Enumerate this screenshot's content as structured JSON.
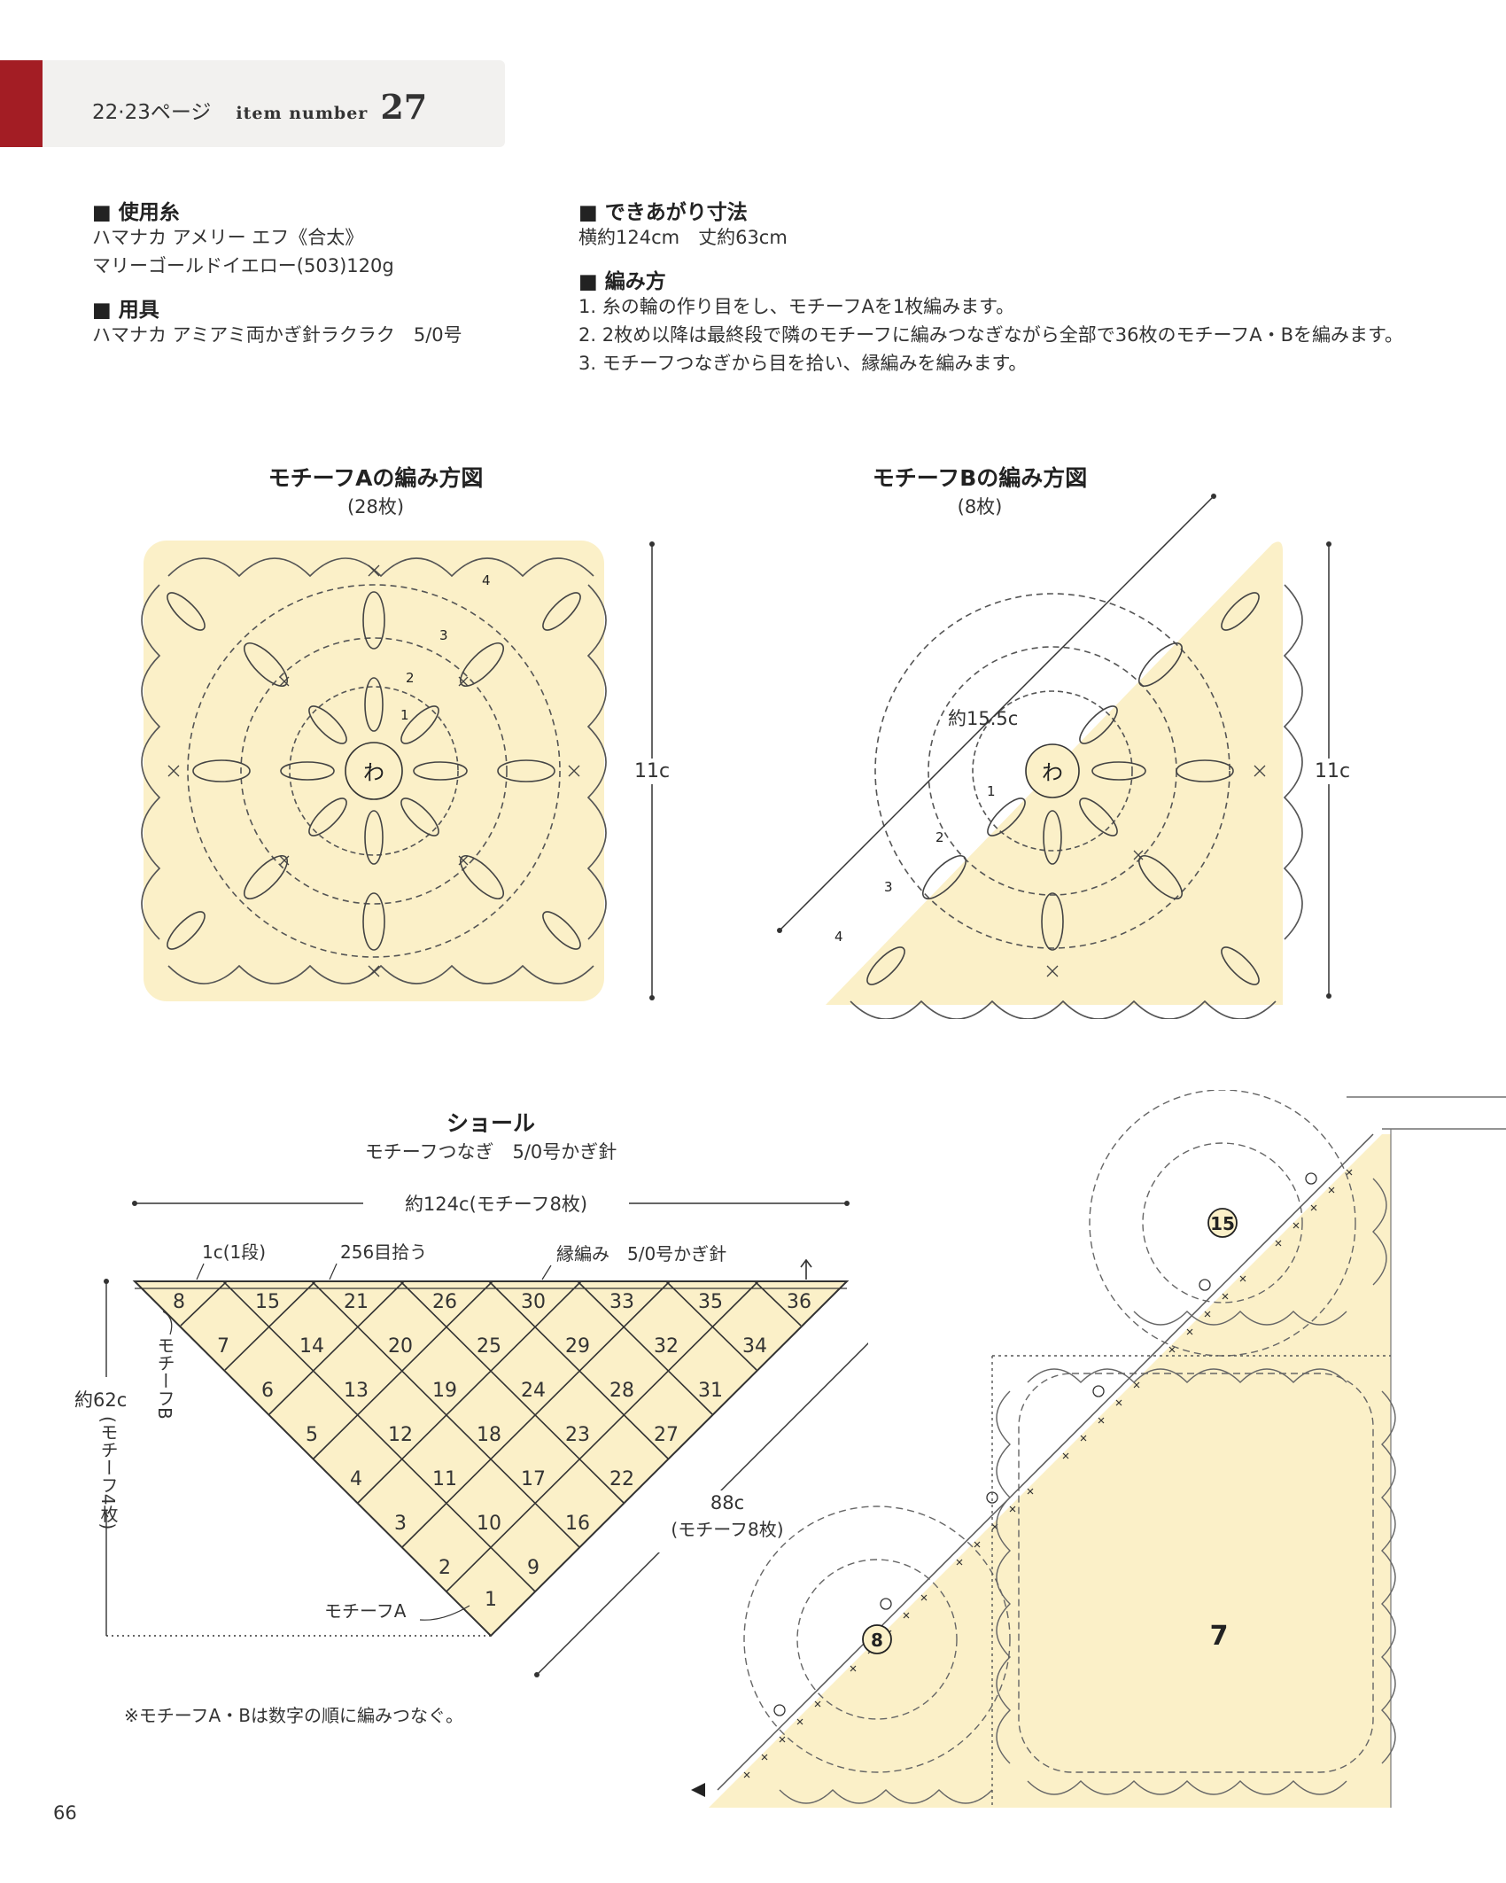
{
  "header": {
    "pages": "22·23ページ",
    "item_label": "item number",
    "item_number": "27"
  },
  "materials": {
    "yarn_title": "■ 使用糸",
    "yarn_line1": "ハマナカ アメリー エフ《合太》",
    "yarn_line2": "マリーゴールドイエロー(503)120g",
    "tool_title": "■ 用具",
    "tool_line1": "ハマナカ アミアミ両かぎ針ラクラク　5/0号"
  },
  "size": {
    "title": "■ できあがり寸法",
    "value": "横約124cm　丈約63cm"
  },
  "instructions": {
    "title": "■ 編み方",
    "steps": [
      "1. 糸の輪の作り目をし、モチーフAを1枚編みます。",
      "2. 2枚め以降は最終段で隣のモチーフに編みつなぎながら全部で36枚のモチーフA・Bを編みます。",
      "3. モチーフつなぎから目を拾い、縁編みを編みます。"
    ]
  },
  "motif_a": {
    "title": "モチーフAの編み方図",
    "count": "(28枚)",
    "size_label": "11c",
    "center_label": "わ",
    "rounds": [
      "1",
      "2",
      "3",
      "4"
    ]
  },
  "motif_b": {
    "title": "モチーフBの編み方図",
    "count": "(8枚)",
    "size_label": "11c",
    "diag_label": "約15.5c",
    "center_label": "わ",
    "rounds": [
      "1",
      "2",
      "3",
      "4"
    ]
  },
  "shawl": {
    "title": "ショール",
    "subtitle": "モチーフつなぎ　5/0号かぎ針",
    "width_label": "約124c(モチーフ8枚)",
    "edge_rows": "1c(1段)",
    "pickup": "256目拾う",
    "edging": "縁編み　5/0号かぎ針",
    "height_label": "約62c",
    "height_sub": "(モチーフ4枚)",
    "motif_b_label": "モチーフB",
    "motif_a_label": "モチーフA",
    "side_label": "88c",
    "side_sub": "(モチーフ8枚)",
    "note": "※モチーフA・Bは数字の順に編みつなぐ。",
    "top_numbers": [
      "8",
      "15",
      "21",
      "26",
      "30",
      "33",
      "35",
      "36"
    ],
    "row2": [
      "7",
      "14",
      "20",
      "25",
      "29",
      "32",
      "34"
    ],
    "row3": [
      "6",
      "13",
      "19",
      "24",
      "28",
      "31"
    ],
    "row4": [
      "5",
      "12",
      "18",
      "23",
      "27"
    ],
    "row5": [
      "4",
      "11",
      "17",
      "22"
    ],
    "row6": [
      "3",
      "10",
      "16"
    ],
    "row7": [
      "2",
      "9"
    ],
    "row8": [
      "1"
    ]
  },
  "detail": {
    "label_15": "15",
    "label_8": "8",
    "label_7": "7"
  },
  "page_number": "66",
  "colors": {
    "accent_red": "#a31d24",
    "motif_fill": "#fbf0c8"
  }
}
